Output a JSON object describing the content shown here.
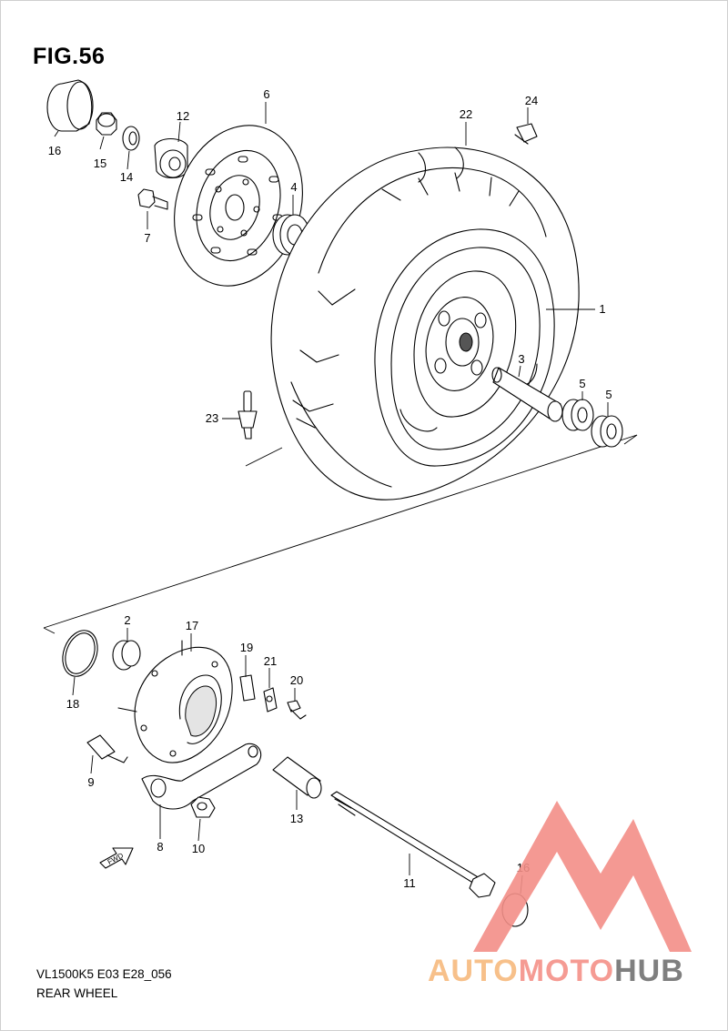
{
  "figure": {
    "title": "FIG.56",
    "code": "VL1500K5 E03 E28_056",
    "caption": "REAR WHEEL"
  },
  "callouts": [
    {
      "id": "c1",
      "label": "1"
    },
    {
      "id": "c2",
      "label": "2"
    },
    {
      "id": "c3",
      "label": "3"
    },
    {
      "id": "c4",
      "label": "4"
    },
    {
      "id": "c5a",
      "label": "5"
    },
    {
      "id": "c5b",
      "label": "5"
    },
    {
      "id": "c6",
      "label": "6"
    },
    {
      "id": "c7",
      "label": "7"
    },
    {
      "id": "c8",
      "label": "8"
    },
    {
      "id": "c9",
      "label": "9"
    },
    {
      "id": "c10",
      "label": "10"
    },
    {
      "id": "c11",
      "label": "11"
    },
    {
      "id": "c12",
      "label": "12"
    },
    {
      "id": "c13",
      "label": "13"
    },
    {
      "id": "c14",
      "label": "14"
    },
    {
      "id": "c15",
      "label": "15"
    },
    {
      "id": "c16a",
      "label": "16"
    },
    {
      "id": "c16b",
      "label": "16"
    },
    {
      "id": "c17",
      "label": "17"
    },
    {
      "id": "c18",
      "label": "18"
    },
    {
      "id": "c19",
      "label": "19"
    },
    {
      "id": "c20",
      "label": "20"
    },
    {
      "id": "c21",
      "label": "21"
    },
    {
      "id": "c22",
      "label": "22"
    },
    {
      "id": "c23",
      "label": "23"
    },
    {
      "id": "c24",
      "label": "24"
    }
  ],
  "fwd_arrow": {
    "label": "FWD"
  },
  "watermark": {
    "part1": "AUTO",
    "part2": "MOTO",
    "part3": "HUB",
    "logo": "triangle-m-logo"
  }
}
